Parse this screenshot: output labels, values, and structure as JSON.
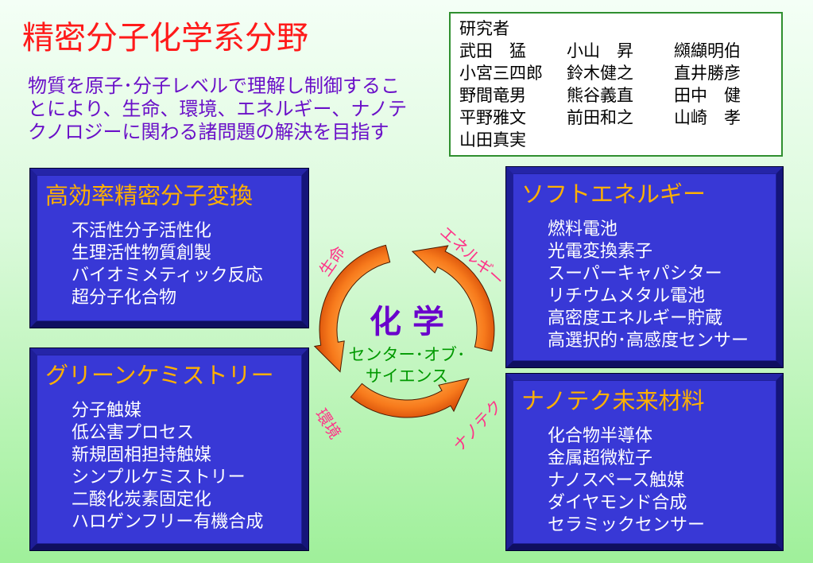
{
  "slide": {
    "title": "精密分子化学系分野",
    "description_lines": [
      "物質を原子･分子レベルで理解し制御するこ",
      "とにより、生命、環境、エネルギー、ナノテ",
      "クノロジーに関わる諸問題の解決を目指す"
    ]
  },
  "researchers": {
    "heading": "研究者",
    "rows": [
      [
        "武田　猛",
        "小山　昇",
        "纐纈明伯"
      ],
      [
        "小宮三四郎",
        "鈴木健之",
        "直井勝彦"
      ],
      [
        "野間竜男",
        "熊谷義直",
        "田中　健"
      ],
      [
        "平野雅文",
        "前田和之",
        "山崎　孝"
      ],
      [
        "山田真実"
      ]
    ]
  },
  "areas": [
    {
      "title": "高効率精密分子変換",
      "items": [
        "不活性分子活性化",
        "生理活性物質創製",
        "バイオミメティック反応",
        "超分子化合物"
      ]
    },
    {
      "title": "グリーンケミストリー",
      "items": [
        "分子触媒",
        "低公害プロセス",
        "新規固相担持触媒",
        "シンプルケミストリー",
        "二酸化炭素固定化",
        "ハロゲンフリー有機合成"
      ]
    },
    {
      "title": "ソフトエネルギー",
      "items": [
        "燃料電池",
        "光電変換素子",
        "スーパーキャパシター",
        "リチウムメタル電池",
        "高密度エネルギー貯蔵",
        "高選択的･高感度センサー"
      ]
    },
    {
      "title": "ナノテク未来材料",
      "items": [
        "化合物半導体",
        "金属超微粒子",
        "ナノスペース触媒",
        "ダイヤモンド合成",
        "セラミックセンサー"
      ]
    }
  ],
  "cycle": {
    "center_title": "化 学",
    "center_subtitle_lines": [
      "センター･オブ･",
      "サイエンス"
    ],
    "labels": {
      "life": "生命",
      "energy": "エネルギー",
      "environment": "環境",
      "nanotech": "ナノテク"
    }
  },
  "colors": {
    "title": "#ff1a1a",
    "description": "#6a10c8",
    "panel_border": "#2f8f2f",
    "area_face": "#3838d6",
    "area_title": "#ffb000",
    "area_item": "#ffffff",
    "cycle_label": "#ff3388",
    "center_title": "#6a00cc",
    "center_subtitle": "#009900",
    "arrow_light": "#ffa340",
    "arrow_mid": "#f77a1c",
    "arrow_dark": "#c83a00"
  }
}
